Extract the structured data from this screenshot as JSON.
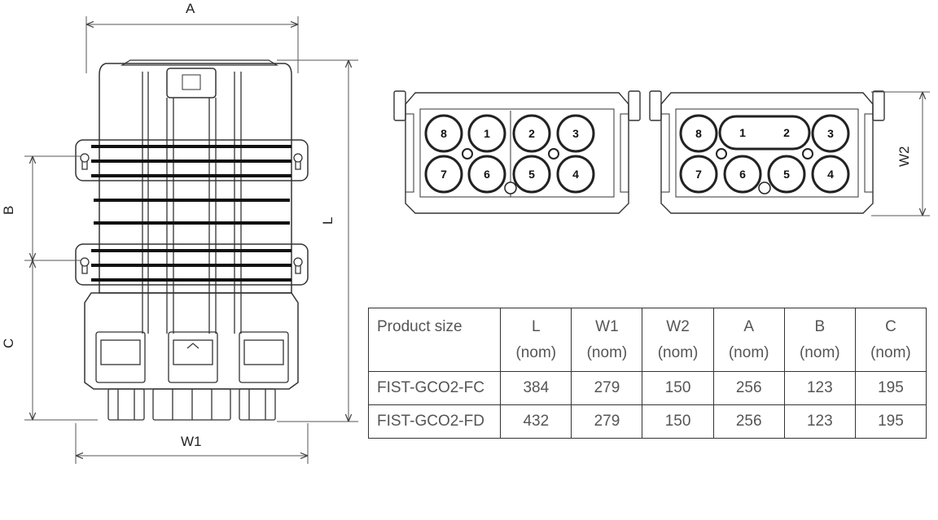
{
  "dimension_labels": {
    "A": "A",
    "B": "B",
    "C": "C",
    "L": "L",
    "W1": "W1",
    "W2": "W2"
  },
  "port_view_left": {
    "ports": [
      "8",
      "1",
      "2",
      "3",
      "7",
      "6",
      "5",
      "4"
    ]
  },
  "port_view_right": {
    "ports": [
      "8",
      "1",
      "2",
      "3",
      "7",
      "6",
      "5",
      "4"
    ]
  },
  "table": {
    "headers": [
      {
        "label": "Product size",
        "unit": ""
      },
      {
        "label": "L",
        "unit": "(nom)"
      },
      {
        "label": "W1",
        "unit": "(nom)"
      },
      {
        "label": "W2",
        "unit": "(nom)"
      },
      {
        "label": "A",
        "unit": "(nom)"
      },
      {
        "label": "B",
        "unit": "(nom)"
      },
      {
        "label": "C",
        "unit": "(nom)"
      }
    ],
    "rows": [
      [
        "FIST-GCO2-FC",
        "384",
        "279",
        "150",
        "256",
        "123",
        "195"
      ],
      [
        "FIST-GCO2-FD",
        "432",
        "279",
        "150",
        "256",
        "123",
        "195"
      ]
    ]
  }
}
